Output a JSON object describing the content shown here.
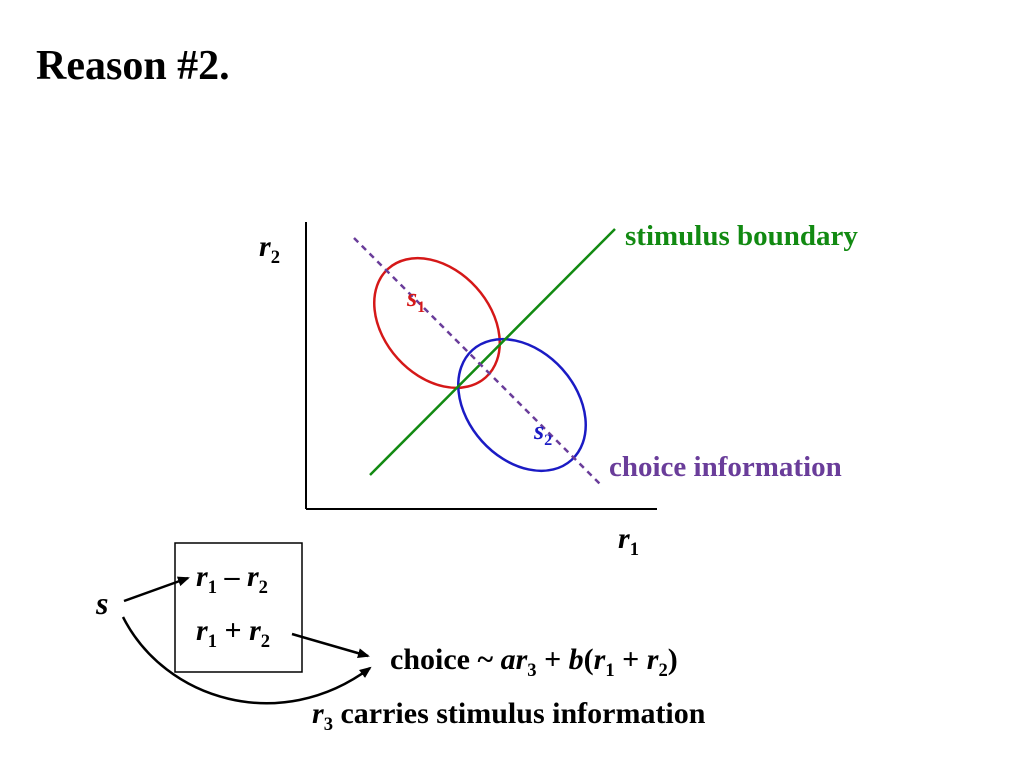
{
  "title": "Reason #2.",
  "plot": {
    "x_axis": {
      "var": "r",
      "sub": "1"
    },
    "y_axis": {
      "var": "r",
      "sub": "2"
    },
    "ellipse_s1": {
      "var": "s",
      "sub": "1"
    },
    "ellipse_s2": {
      "var": "s",
      "sub": "2"
    },
    "stimulus_boundary": "stimulus boundary",
    "choice_information": "choice information",
    "colors": {
      "stimulus_boundary": "#128a12",
      "choice_information": "#6a3d9a",
      "s1": "#d51818",
      "s2": "#1b1bc4"
    }
  },
  "flow": {
    "source": "s",
    "box_row1": {
      "a": "r",
      "a_sub": "1",
      "op": "–",
      "b": "r",
      "b_sub": "2"
    },
    "box_row2": {
      "a": "r",
      "a_sub": "1",
      "op": "+",
      "b": "r",
      "b_sub": "2"
    },
    "equation": {
      "lead": "choice ~ ",
      "a": "a",
      "r3": "r",
      "r3_sub": "3",
      "plus1": " + ",
      "b": "b",
      "open": "(",
      "r1": "r",
      "r1_sub": "1",
      "plus2": " + ",
      "r2": "r",
      "r2_sub": "2",
      "close": ")"
    },
    "note": {
      "var": "r",
      "sub": "3",
      "text": " carries stimulus information"
    }
  }
}
